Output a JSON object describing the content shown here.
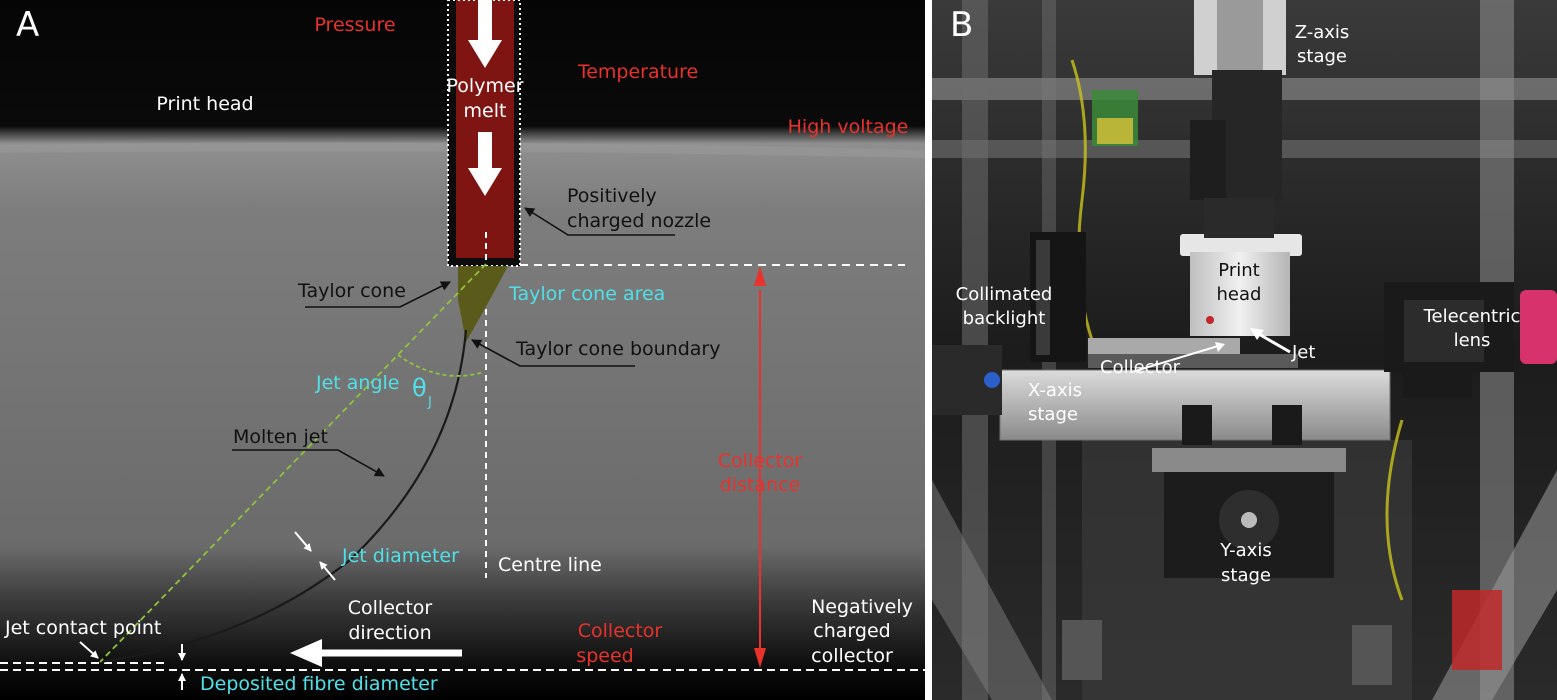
{
  "panel_a": {
    "letter": "A",
    "labels": {
      "pressure": "Pressure",
      "polymer_melt_1": "Polymer",
      "polymer_melt_2": "melt",
      "temperature": "Temperature",
      "print_head": "Print head",
      "high_voltage": "High voltage",
      "nozzle_1": "Positively",
      "nozzle_2": "charged nozzle",
      "taylor_cone": "Taylor cone",
      "taylor_cone_area": "Taylor cone area",
      "taylor_cone_boundary": "Taylor cone boundary",
      "jet_angle": "Jet angle",
      "theta": "θ",
      "theta_sub": "J",
      "molten_jet": "Molten jet",
      "collector_distance_1": "Collector",
      "collector_distance_2": "distance",
      "jet_diameter": "Jet diameter",
      "centre_line": "Centre line",
      "collector_direction_1": "Collector",
      "collector_direction_2": "direction",
      "jet_contact_point": "Jet contact point",
      "collector_speed_1": "Collector",
      "collector_speed_2": "speed",
      "neg_collector_1": "Negatively",
      "neg_collector_2": "charged",
      "neg_collector_3": "collector",
      "deposited_fibre_diameter": "Deposited fibre diameter"
    }
  },
  "panel_b": {
    "letter": "B",
    "labels": {
      "z_axis_1": "Z-axis",
      "z_axis_2": "stage",
      "print_head_1": "Print",
      "print_head_2": "head",
      "collimated_1": "Collimated",
      "collimated_2": "backlight",
      "telecentric_1": "Telecentric",
      "telecentric_2": "lens",
      "jet": "Jet",
      "collector": "Collector",
      "x_axis_1": "X-axis",
      "x_axis_2": "stage",
      "y_axis_1": "Y-axis",
      "y_axis_2": "stage"
    }
  },
  "colors": {
    "red_label": "#e8322b",
    "cyan_label": "#4fe0e8",
    "white_label": "#ffffff",
    "black_label": "#111111",
    "nozzle": "#7e1512",
    "cone": "#5a5a1a",
    "jet_angle_line": "#8fc43c"
  }
}
